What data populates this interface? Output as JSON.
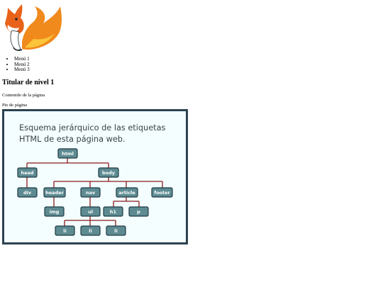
{
  "menu": [
    "Menú 1",
    "Menú 2",
    "Menú 3"
  ],
  "heading": "Titular de nivel 1",
  "content": "Contenido de la página",
  "footer": "Pie de página",
  "diagram": {
    "title": "Esquema jerárquico de las etiquetas HTML de esta página web.",
    "nodes": [
      "html",
      "head",
      "body",
      "div",
      "header",
      "nav",
      "article",
      "footer",
      "img",
      "ul",
      "h1",
      "p",
      "li",
      "li",
      "li"
    ]
  },
  "colors": {
    "line": "#8b1a1a",
    "node_fill": "#5e8b92",
    "node_border": "#1f3a44",
    "frame_border": "#2d4250",
    "diagram_bg": "#f4feff"
  }
}
